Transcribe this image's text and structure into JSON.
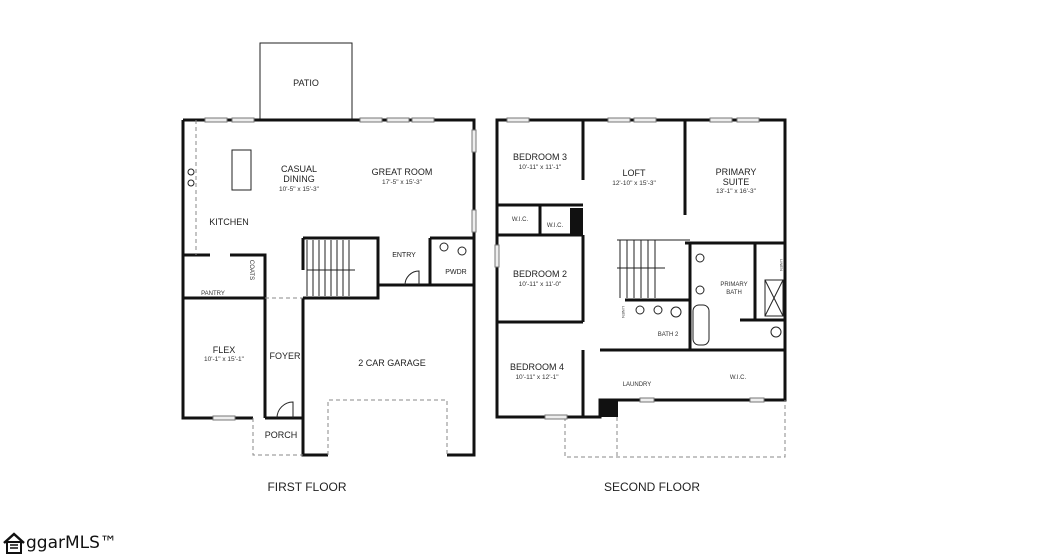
{
  "first_floor": {
    "caption": "FIRST FLOOR",
    "rooms": {
      "patio": {
        "name": "PATIO"
      },
      "casual_dining": {
        "name": "CASUAL",
        "name2": "DINING",
        "dim": "10'-5\" x 15'-3\""
      },
      "great_room": {
        "name": "GREAT ROOM",
        "dim": "17'-5\" x 15'-3\""
      },
      "kitchen": {
        "name": "KITCHEN"
      },
      "pantry": {
        "name": "PANTRY"
      },
      "coats": {
        "name": "COATS"
      },
      "entry": {
        "name": "ENTRY"
      },
      "pwdr": {
        "name": "PWDR"
      },
      "flex": {
        "name": "FLEX",
        "dim": "10'-1\" x 15'-1\""
      },
      "foyer": {
        "name": "FOYER"
      },
      "garage": {
        "name": "2 CAR GARAGE"
      },
      "porch": {
        "name": "PORCH"
      }
    }
  },
  "second_floor": {
    "caption": "SECOND FLOOR",
    "rooms": {
      "bedroom3": {
        "name": "BEDROOM 3",
        "dim": "10'-11\" x 11'-1\""
      },
      "loft": {
        "name": "LOFT",
        "dim": "12'-10\" x 15'-3\""
      },
      "primary_suite": {
        "name": "PRIMARY",
        "name2": "SUITE",
        "dim": "13'-1\" x 16'-3\""
      },
      "wic_a": {
        "name": "W.I.C."
      },
      "wic_b": {
        "name": "W.I.C."
      },
      "bedroom2": {
        "name": "BEDROOM 2",
        "dim": "10'-11\" x 11'-0\""
      },
      "primary_bath": {
        "name": "PRIMARY",
        "name2": "BATH"
      },
      "linen_a": {
        "name": "LINEN"
      },
      "linen_b": {
        "name": "LINEN"
      },
      "bath2": {
        "name": "BATH 2"
      },
      "bedroom4": {
        "name": "BEDROOM 4",
        "dim": "10'-11\" x 12'-1\""
      },
      "laundry": {
        "name": "LAUNDRY"
      },
      "wic_primary": {
        "name": "W.I.C."
      }
    }
  },
  "logo": {
    "text": "ggarMLS™"
  }
}
